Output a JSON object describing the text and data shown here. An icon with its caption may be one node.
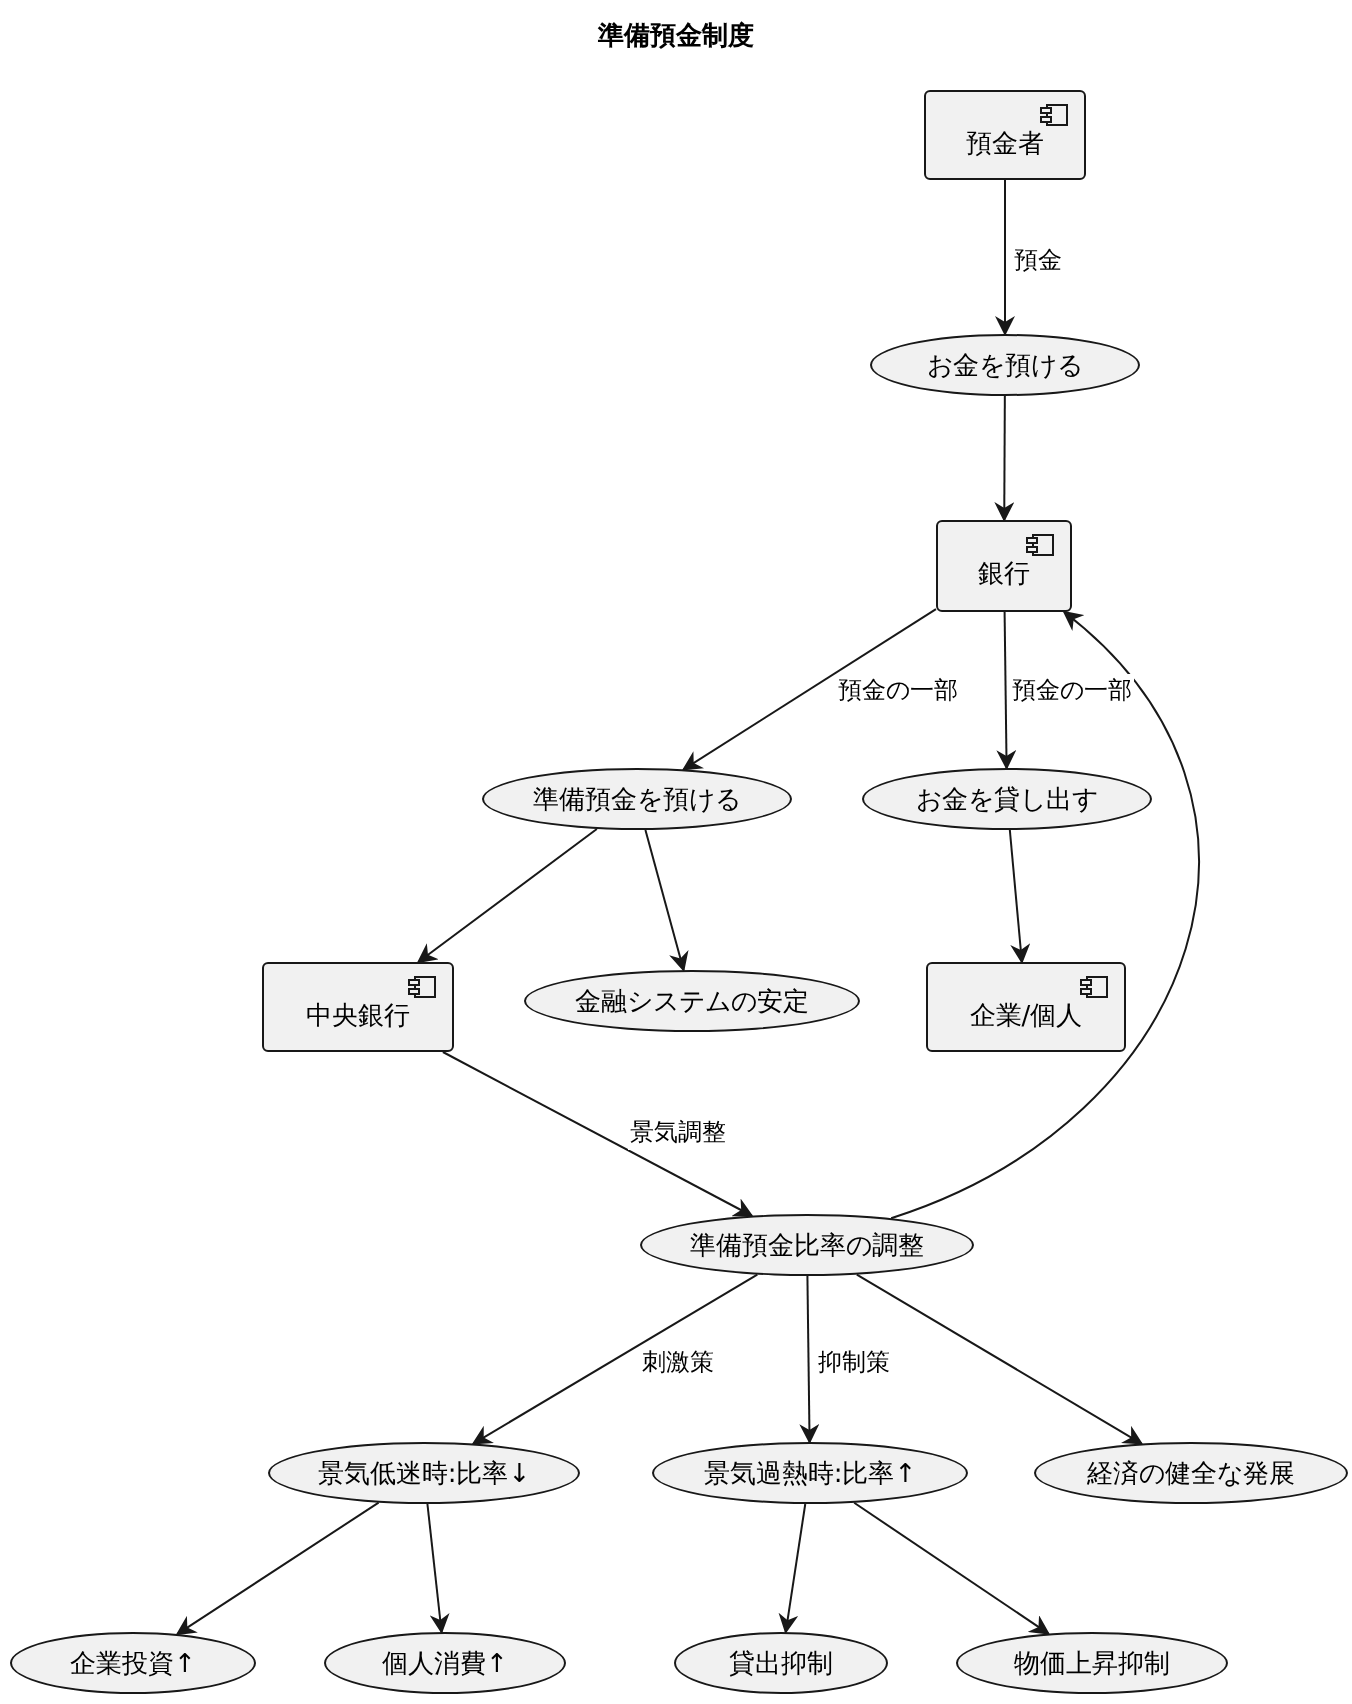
{
  "diagram": {
    "title": "準備預金制度",
    "nodes": [
      {
        "text": [
          "預金者"
        ]
      },
      {
        "text": [
          "お金を預ける"
        ]
      },
      {
        "text": [
          "銀行"
        ]
      },
      {
        "text": [
          "準備預金を預ける"
        ]
      },
      {
        "text": [
          "お金を貸し出す"
        ]
      },
      {
        "text": [
          "中央銀行"
        ]
      },
      {
        "text": [
          "金融システムの安定"
        ]
      },
      {
        "text": [
          "企業/個人"
        ]
      },
      {
        "text": [
          "準備預金比率の調整"
        ]
      },
      {
        "text": [
          "景気低迷時:比率↓"
        ]
      },
      {
        "text": [
          "景気過熱時:比率↑"
        ]
      },
      {
        "text": [
          "経済の健全な発展"
        ]
      },
      {
        "text": [
          "企業投資↑"
        ]
      },
      {
        "text": [
          "個人消費↑"
        ]
      },
      {
        "text": [
          "貸出抑制"
        ]
      },
      {
        "text": [
          "物価上昇抑制"
        ]
      }
    ],
    "edges": [
      {
        "from": 0,
        "to": 1,
        "arrow": "to",
        "label": "預金"
      },
      {
        "from": 1,
        "to": 2,
        "arrow": "to"
      },
      {
        "from": 2,
        "to": 3,
        "arrow": "to",
        "label": "預金の一部"
      },
      {
        "from": 2,
        "to": 4,
        "arrow": "to",
        "label": "預金の一部"
      },
      {
        "from": 3,
        "to": 5,
        "arrow": "to"
      },
      {
        "from": 3,
        "to": 6,
        "arrow": "to"
      },
      {
        "from": 4,
        "to": 7,
        "arrow": "to"
      },
      {
        "from": 5,
        "to": 8,
        "arrow": "to",
        "label": "景気調整"
      },
      {
        "from": 8,
        "to": 2,
        "arrow": "to"
      },
      {
        "from": 8,
        "to": 9,
        "arrow": "to",
        "label": "刺激策"
      },
      {
        "from": 8,
        "to": 10,
        "arrow": "to",
        "label": "抑制策"
      },
      {
        "from": 8,
        "to": 11,
        "arrow": "to"
      },
      {
        "from": 9,
        "to": 12,
        "arrow": "to"
      },
      {
        "from": 9,
        "to": 13,
        "arrow": "to"
      },
      {
        "from": 10,
        "to": 14,
        "arrow": "to"
      },
      {
        "from": 10,
        "to": 15,
        "arrow": "to"
      }
    ]
  }
}
